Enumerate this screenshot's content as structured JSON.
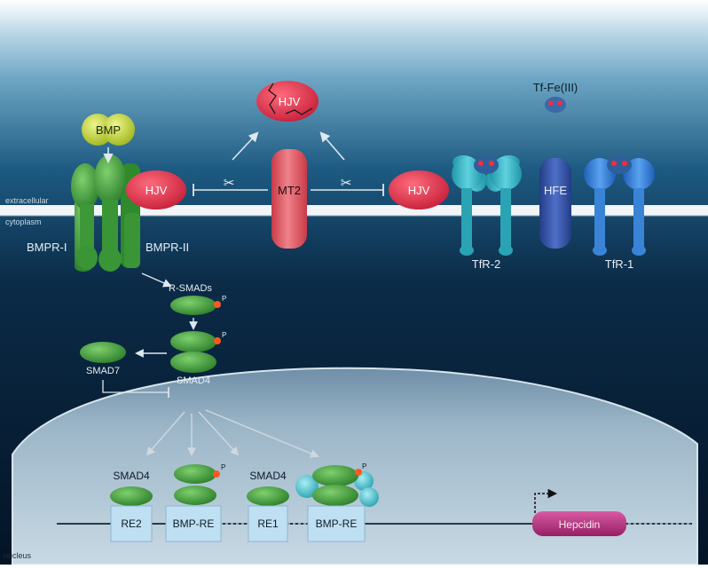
{
  "compartments": {
    "extracellular": "extracellular",
    "cytoplasm": "cytoplasm",
    "nucleus": "nucleus"
  },
  "labels": {
    "bmp": "BMP",
    "hjv_cleaved": "HJV",
    "hjv_left": "HJV",
    "hjv_right": "HJV",
    "mt2": "MT2",
    "tf_fe": "Tf-Fe(III)",
    "hfe": "HFE",
    "tfr2": "TfR-2",
    "tfr1": "TfR-1",
    "bmpr1": "BMPR-I",
    "bmpr2": "BMPR-II",
    "rsmads": "R-SMADs",
    "smad7": "SMAD7",
    "smad4_cyto": "SMAD4",
    "smad4_re2": "SMAD4",
    "smad4_re1": "SMAD4",
    "p1": "P",
    "p2": "P",
    "p3": "P",
    "p4": "P",
    "re2": "RE2",
    "bmp_re1": "BMP-RE",
    "re1": "RE1",
    "bmp_re2": "BMP-RE",
    "hepcidin": "Hepcidin"
  },
  "colors": {
    "green": "#3f9a3a",
    "hjv_red": "#e3344e",
    "mt2_red": "#e35a62",
    "teal": "#2fb3c4",
    "blue": "#2d74d6",
    "hfe_blue": "#2f4fa5",
    "bmp_yellow": "#c5d82e",
    "hepcidin_magenta": "#b52a7d",
    "box_blue": "#bfe0f2"
  },
  "icons": [
    "scissors-icon",
    "scissors-icon"
  ]
}
